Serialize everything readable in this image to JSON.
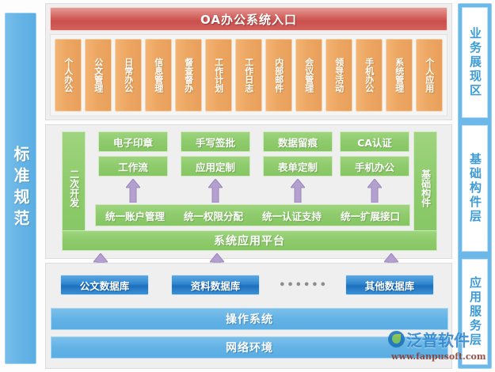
{
  "left_rail": {
    "label": "标准规范"
  },
  "right_rail": {
    "segments": [
      {
        "label": "业务展现区"
      },
      {
        "label": "基础构件层"
      },
      {
        "label": "应用服务层"
      }
    ]
  },
  "presentation_layer": {
    "banner": {
      "label": "OA办公系统入口"
    },
    "modules": [
      {
        "label": "个人办公"
      },
      {
        "label": "公文管理"
      },
      {
        "label": "日常办公"
      },
      {
        "label": "信息管理"
      },
      {
        "label": "督查督办"
      },
      {
        "label": "工作计划"
      },
      {
        "label": "工作日志"
      },
      {
        "label": "内部邮件"
      },
      {
        "label": "会议管理"
      },
      {
        "label": "领导活动"
      },
      {
        "label": "手机办公"
      },
      {
        "label": "系统管理"
      },
      {
        "label": "个人应用"
      }
    ]
  },
  "component_layer": {
    "left_pillar": {
      "label": "二次开发"
    },
    "right_pillar": {
      "label": "基础构件"
    },
    "cards_row1": [
      {
        "label": "电子印章"
      },
      {
        "label": "手写签批"
      },
      {
        "label": "数据留痕"
      },
      {
        "label": "CA认证"
      }
    ],
    "cards_row2": [
      {
        "label": "工作流"
      },
      {
        "label": "应用定制"
      },
      {
        "label": "表单定制"
      },
      {
        "label": "手机办公"
      }
    ],
    "unified_services": [
      {
        "label": "统一账户管理"
      },
      {
        "label": "统一权限分配"
      },
      {
        "label": "统一认证支持"
      },
      {
        "label": "统一扩展接口"
      }
    ],
    "platform": {
      "label": "系统应用平台"
    }
  },
  "application_service_layer": {
    "databases": [
      {
        "label": "公文数据库"
      },
      {
        "label": "资料数据库"
      },
      {
        "label": "其他数据库"
      }
    ],
    "ellipsis": "••••••",
    "infrastructure": [
      {
        "label": "操作系统"
      },
      {
        "label": "网络环境"
      }
    ]
  },
  "watermark": {
    "brand": "泛普软件",
    "url": "www.fanpusoft.com"
  },
  "colors": {
    "banner_red": "#c9504d",
    "module_orange": "#eda763",
    "component_green": "#8ecb6c",
    "database_blue": "#2f86cf",
    "rail_blue": "#66b4e6",
    "arrow_purple": "#b3a0cf"
  }
}
